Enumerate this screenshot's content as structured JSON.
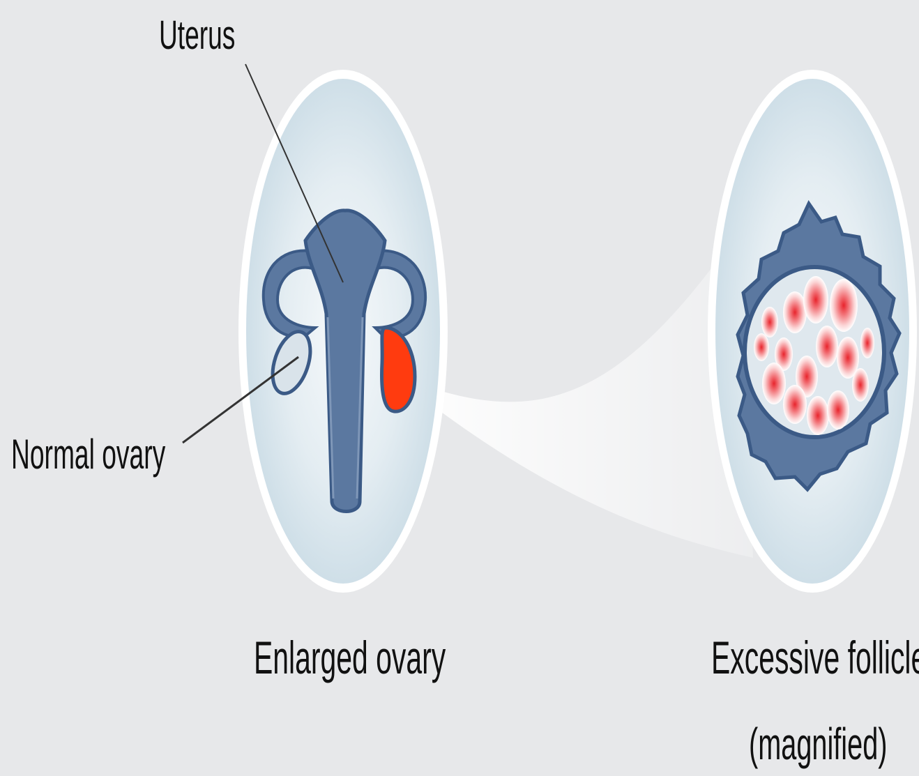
{
  "labels": {
    "uterus": "Uterus",
    "normal_ovary": "Normal ovary",
    "enlarged_ovary": "Enlarged ovary",
    "excessive_follicles": "Excessive follicles",
    "magnified": "(magnified)"
  },
  "colors": {
    "background": "#e7e8ea",
    "organ_fill": "#5b78a0",
    "organ_stroke": "#3b5a86",
    "enlarged_ovary": "#ff3b0f",
    "follicle": "#f0444a",
    "oval_ring": "#ffffff",
    "oval_fill": "#dbe7ee"
  }
}
